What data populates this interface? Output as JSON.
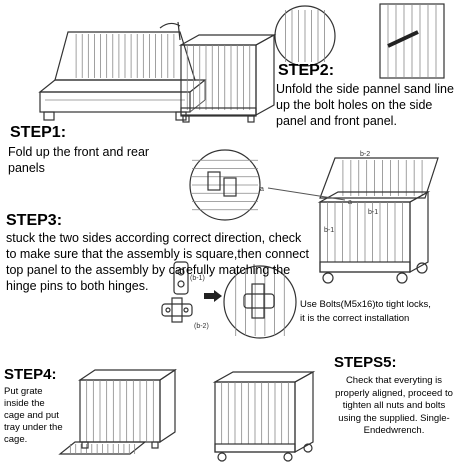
{
  "steps": {
    "step1": {
      "title": "STEP1:",
      "text": "Fold up the front and rear panels"
    },
    "step2": {
      "title": "STEP2:",
      "text": "Unfold the side pannel sand line up the bolt holes on the side panel and front panel."
    },
    "step3": {
      "title": "STEP3:",
      "text": "stuck the two sides according correct direction, check to make sure that the assembly is square,then connect top panel to the assembly by carefully matching the hinge pins to both hinges."
    },
    "step4": {
      "title": "STEP4:",
      "text": "Put grate inside the cage and put tray under the cage."
    },
    "step5": {
      "title": "STEPS5:",
      "text": "Check that everyting is properly aligned, proceed to tighten all nuts and bolts using the supplied. Single-Endedwrench."
    }
  },
  "notes": {
    "bolts": "Use Bolts(M5x16)to tight locks,",
    "correct": "it is the correct installation"
  },
  "labels": {
    "a1": "a",
    "a2": "a",
    "b2_top": "b-2",
    "b1_side": "b-1",
    "b1_left": "b-1",
    "b1_hinge": "(b-1)",
    "b2_hinge": "(b-2)"
  }
}
